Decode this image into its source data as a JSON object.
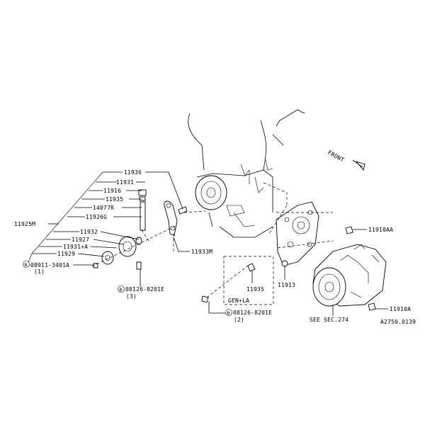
{
  "labels": {
    "p11936": "11936",
    "p11931": "11931",
    "p11916": "11916",
    "p11935": "11935",
    "p14077r": "14077R",
    "p11925m": "11925M",
    "p11926g": "11926G",
    "p11932": "11932",
    "p11927": "11927",
    "p11931a": "11931+A",
    "p11929": "11929",
    "bolt_n": "08911-3401A",
    "bolt_n_qty": "(1)",
    "p11933m": "11933M",
    "bolt_b1": "08126-8201E",
    "bolt_b1_qty": "(3)",
    "p11935_bracket": "11935",
    "gen_la": "GEN+LA",
    "p11913": "11913",
    "bolt_b2": "08126-8201E",
    "bolt_b2_qty": "(2)",
    "p11910aa": "11910AA",
    "p11910a": "11910A",
    "see_sec": "SEE SEC.274",
    "front": "FRONT",
    "diagram_code": "A2750.0139"
  },
  "circle_marks": {
    "n": "N",
    "b1": "B",
    "b2": "B"
  }
}
